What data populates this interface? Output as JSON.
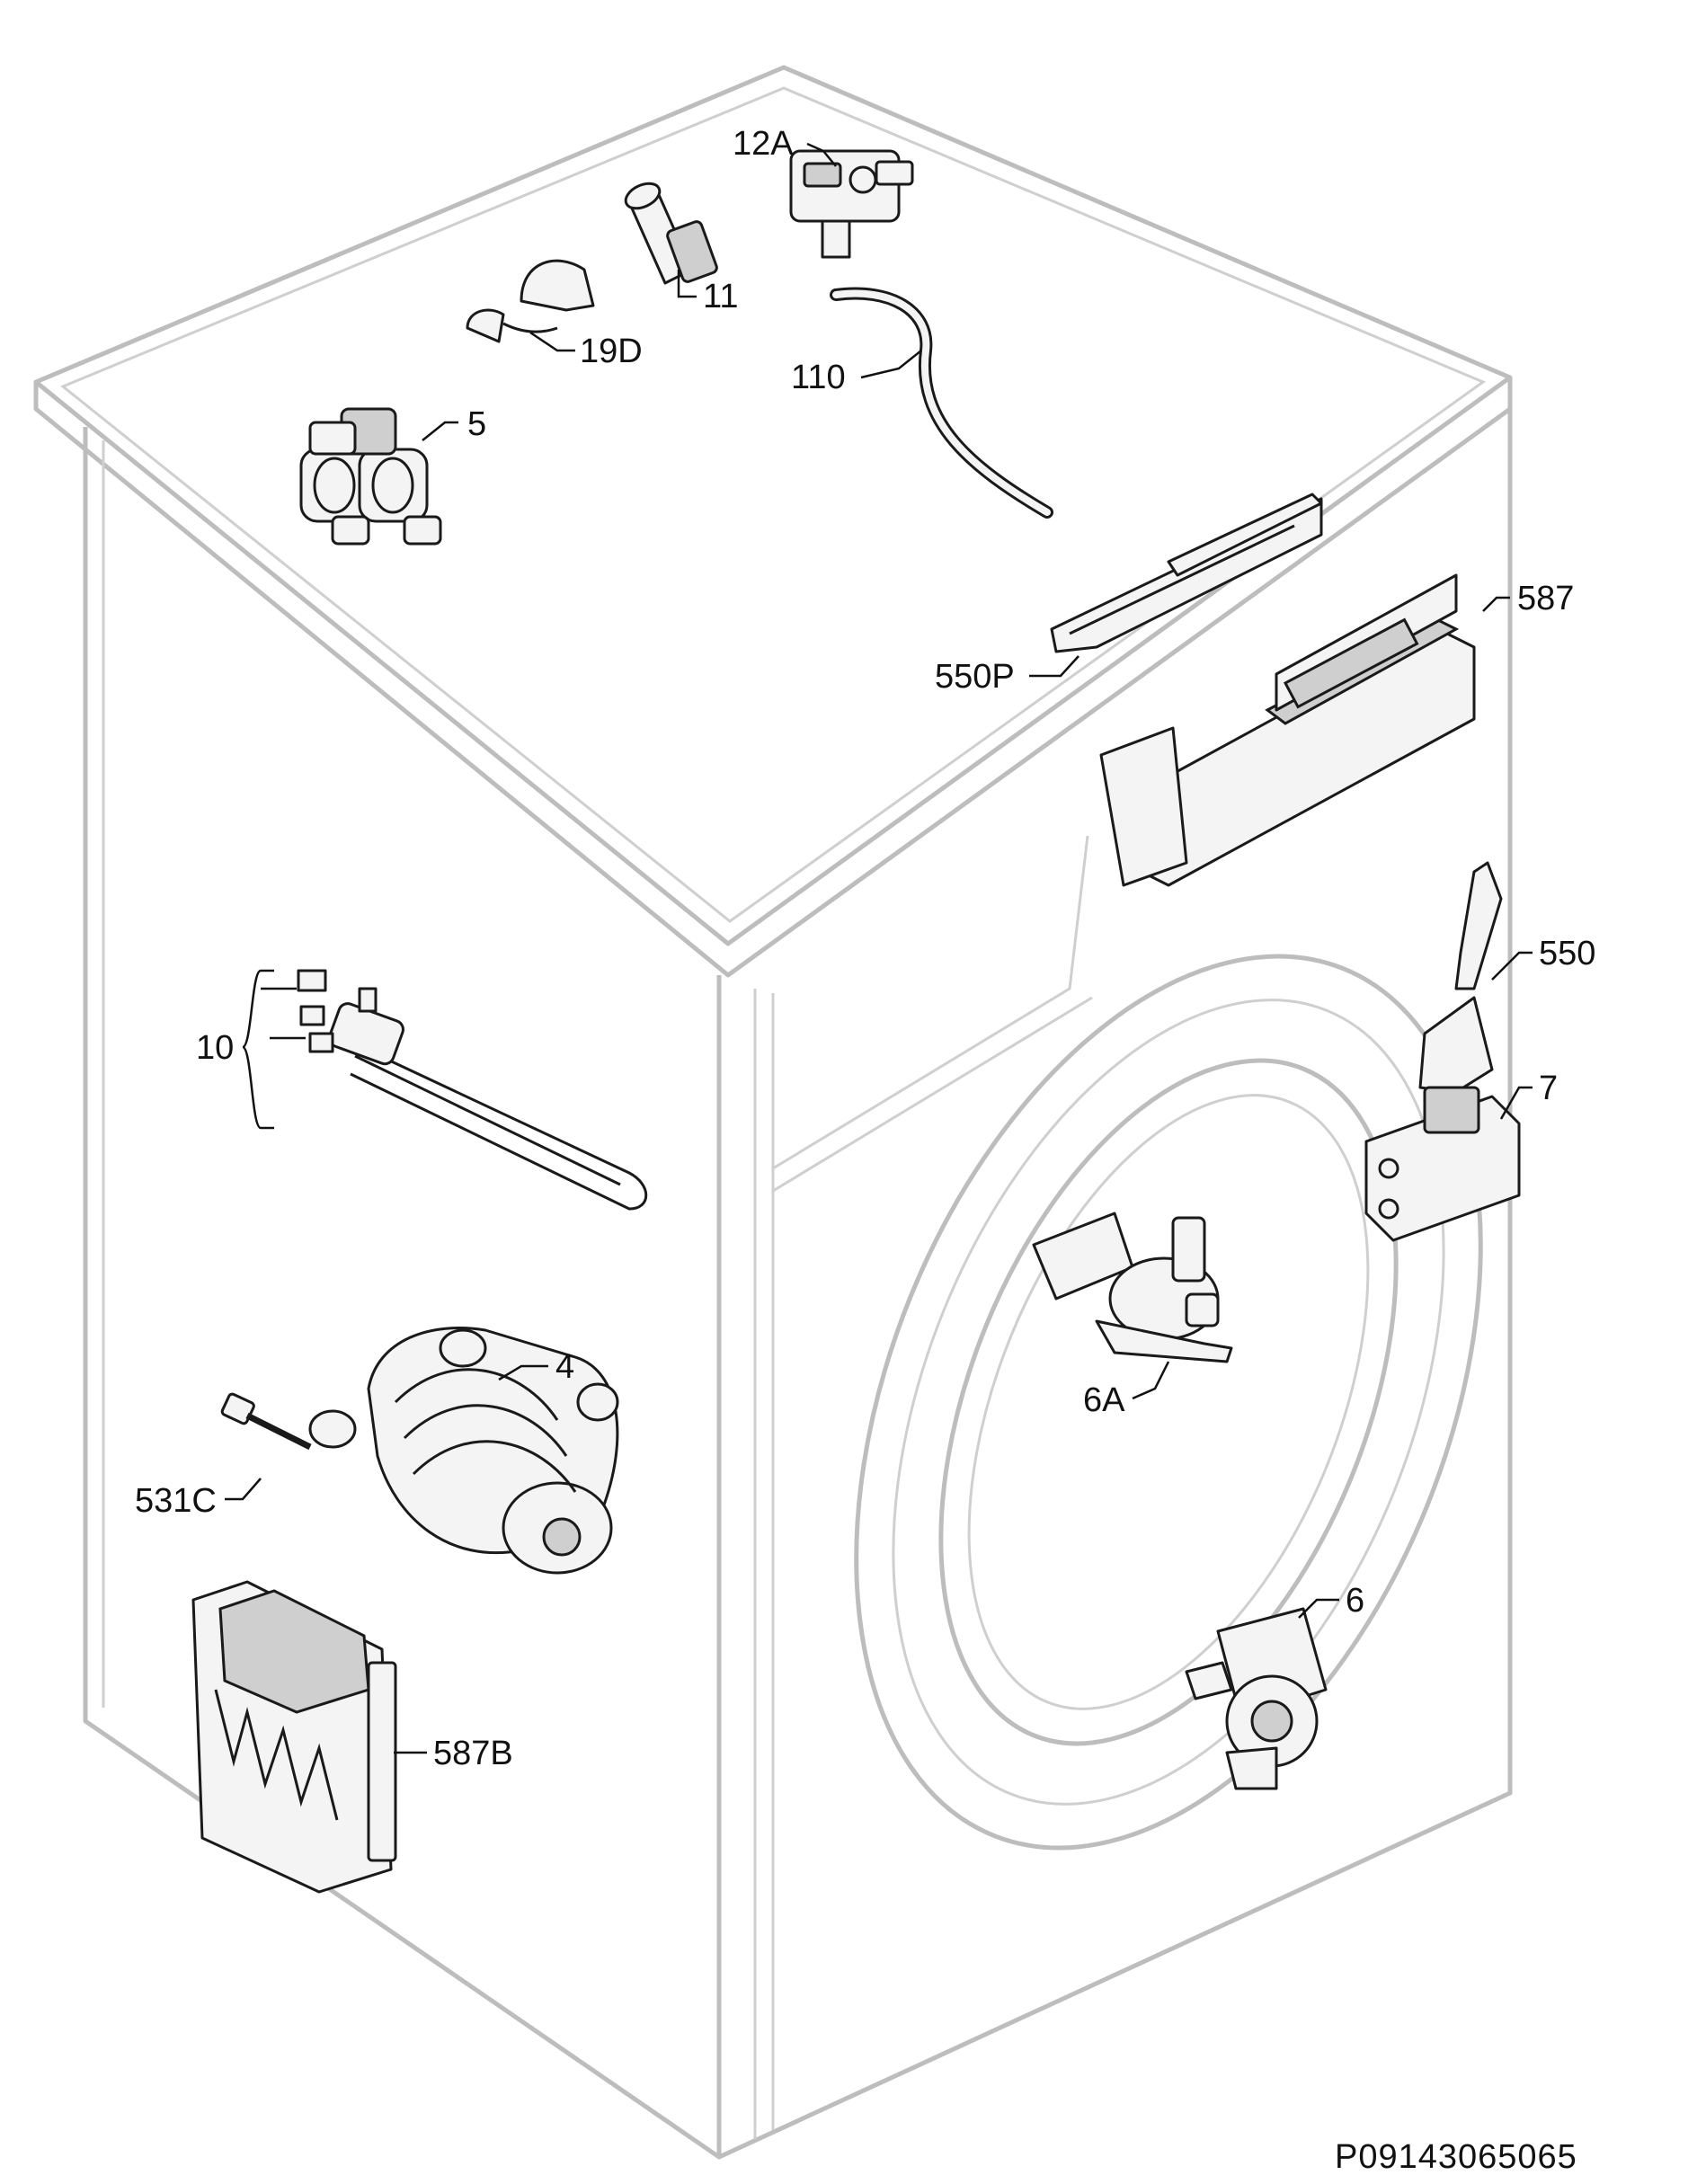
{
  "title": "",
  "document_id": "P09143065065",
  "parts": [
    {
      "id": "p12A",
      "label": "12A",
      "icon": "pressure-switch-icon"
    },
    {
      "id": "p11",
      "label": "11",
      "icon": "capacitor-filter-icon"
    },
    {
      "id": "p19D",
      "label": "19D",
      "icon": "wire-clip-icon"
    },
    {
      "id": "p110",
      "label": "110",
      "icon": "hose-icon"
    },
    {
      "id": "p5",
      "label": "5",
      "icon": "inlet-valve-icon"
    },
    {
      "id": "p550P",
      "label": "550P",
      "icon": "control-panel-frame-icon"
    },
    {
      "id": "p587",
      "label": "587",
      "icon": "electronic-board-icon"
    },
    {
      "id": "p550",
      "label": "550",
      "icon": "door-handle-icon"
    },
    {
      "id": "p7",
      "label": "7",
      "icon": "door-lock-icon"
    },
    {
      "id": "p10",
      "label": "10",
      "icon": "heating-element-icon"
    },
    {
      "id": "p6A",
      "label": "6A",
      "icon": "circulation-pump-icon"
    },
    {
      "id": "p4",
      "label": "4",
      "icon": "motor-icon"
    },
    {
      "id": "p531C",
      "label": "531C",
      "icon": "screw-icon"
    },
    {
      "id": "p6",
      "label": "6",
      "icon": "drain-pump-icon"
    },
    {
      "id": "p587B",
      "label": "587B",
      "icon": "motor-control-module-icon"
    }
  ]
}
